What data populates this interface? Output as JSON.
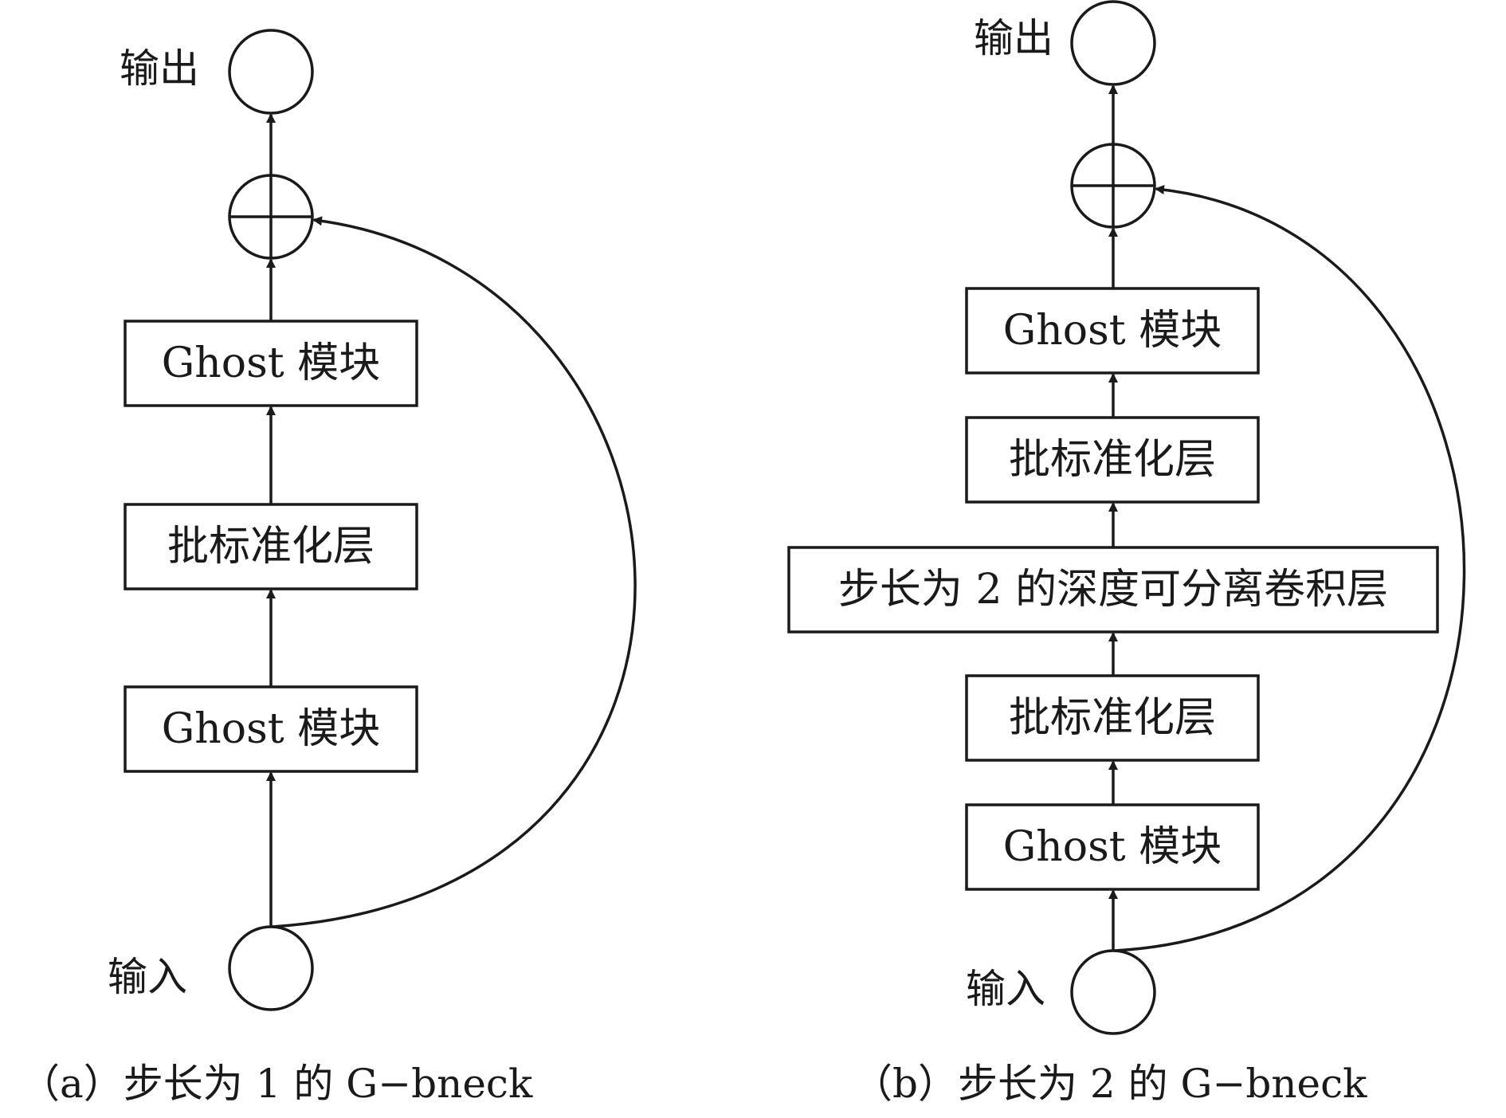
{
  "diagram_a": {
    "output_label": "输出",
    "input_label": "输入",
    "blocks": [
      "Ghost 模块",
      "批标准化层",
      "Ghost 模块"
    ],
    "caption": "（a）步长为 1 的 G−bneck"
  },
  "diagram_b": {
    "output_label": "输出",
    "input_label": "输入",
    "blocks": [
      "Ghost 模块",
      "批标准化层",
      "步长为 2 的深度可分离卷积层",
      "批标准化层",
      "Ghost 模块"
    ],
    "caption": "（b）步长为 2 的 G−bneck"
  }
}
